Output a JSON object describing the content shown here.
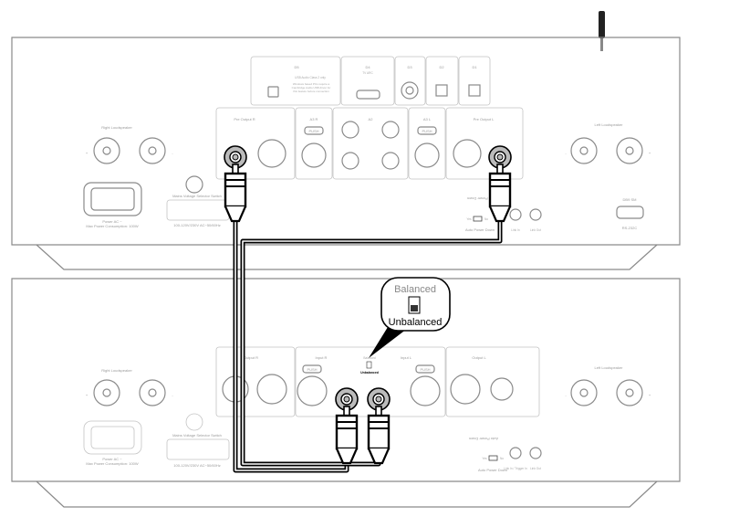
{
  "top_unit": {
    "digital": [
      {
        "label": "D5",
        "sub": "USB Audio Class 2 only",
        "note": "Windows based PCs require a Cambridge Audio USB driver for this feature before connection"
      },
      {
        "label": "D4",
        "sub": "TV ARC"
      },
      {
        "label": "D3"
      },
      {
        "label": "D2"
      },
      {
        "label": "D1"
      }
    ],
    "analog": [
      "Pre Output R",
      "A3 R",
      "A2",
      "A3 L",
      "Pre Output L"
    ],
    "push_label": "PUSH",
    "right_speaker": "Right Loudspeaker",
    "left_speaker": "Left Loudspeaker",
    "plus": "+",
    "minus": "-",
    "power": "Power AC ~",
    "power_consumption": "Max Power Consumption: 100W",
    "voltage_switch": "Mains Voltage Selector Switch",
    "voltage_range": "100-120V/230V AC~50/60Hz",
    "auto_power_down": "Auto Power Down",
    "yes": "Yes",
    "no": "No",
    "link_in": "Link In",
    "link_out": "Link Out",
    "serial_label": "DB9 SM",
    "rs232": "RS-232C"
  },
  "bottom_unit": {
    "panels": [
      "Output R",
      "Input R",
      "Input L",
      "Output L"
    ],
    "switch_small_top": "Balanced",
    "switch_small_bottom": "Unbalanced",
    "push_label": "PUSH",
    "right_speaker": "Right Loudspeaker",
    "left_speaker": "Left Loudspeaker",
    "plus": "+",
    "minus": "-",
    "power": "Power AC ~",
    "power_consumption": "Max Power Consumption: 100W",
    "voltage_switch": "Mains Voltage Selector Switch",
    "voltage_range": "100-120V/230V AC~50/60Hz",
    "auto_power_down": "Auto Power Down",
    "yes": "Yes",
    "no": "No",
    "link_in": "Link In / Trigger In",
    "link_out": "Link Out"
  },
  "callout": {
    "top": "Balanced",
    "bottom": "Unbalanced"
  }
}
